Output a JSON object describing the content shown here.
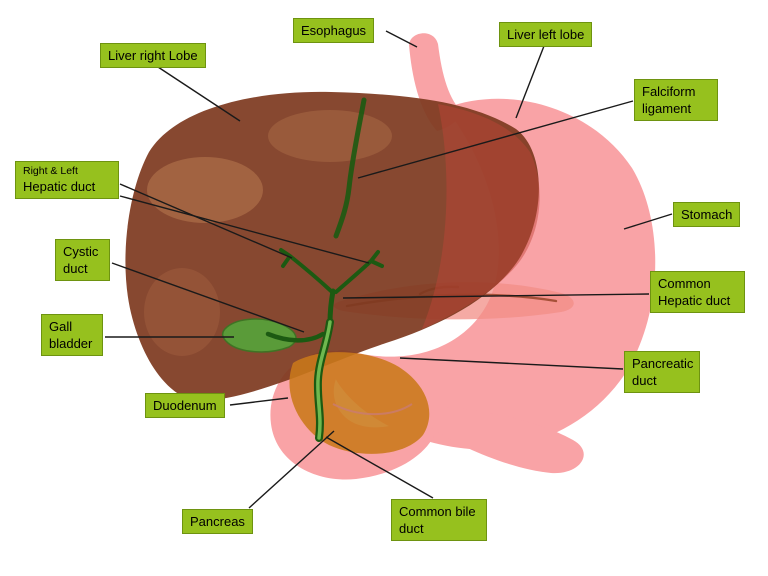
{
  "diagram": {
    "labels": {
      "esophagus": {
        "text": "Esophagus"
      },
      "liver_right_lobe": {
        "text": "Liver right Lobe"
      },
      "liver_left_lobe": {
        "text": "Liver left lobe"
      },
      "falciform_ligament": {
        "text": "Falciform ligament"
      },
      "hepatic_ducts": {
        "line1": "Right & Left",
        "line2": "Hepatic duct"
      },
      "stomach": {
        "text": "Stomach"
      },
      "cystic_duct": {
        "text": "Cystic duct"
      },
      "common_hepatic_duct": {
        "text": "Common Hepatic duct"
      },
      "gall_bladder": {
        "text": "Gall bladder"
      },
      "pancreatic_duct": {
        "text": "Pancreatic duct"
      },
      "duodenum": {
        "text": "Duodenum"
      },
      "pancreas": {
        "text": "Pancreas"
      },
      "common_bile_duct": {
        "text": "Common bile duct"
      }
    },
    "colors": {
      "label_bg": "#96C11E",
      "label_border": "#6E9310",
      "organ_pink": "#F9A3A6",
      "liver_brown": "#7E3A20",
      "liver_left_tint": "#C04438",
      "pancreas_orange": "#C9791A",
      "pancreas_band": "#F28E86",
      "gall_bladder_green": "#4FB03C",
      "duct_green": "#1C5A12",
      "bile_duct_light": "#6FB84F",
      "leader_line": "#1A1A1A"
    }
  }
}
